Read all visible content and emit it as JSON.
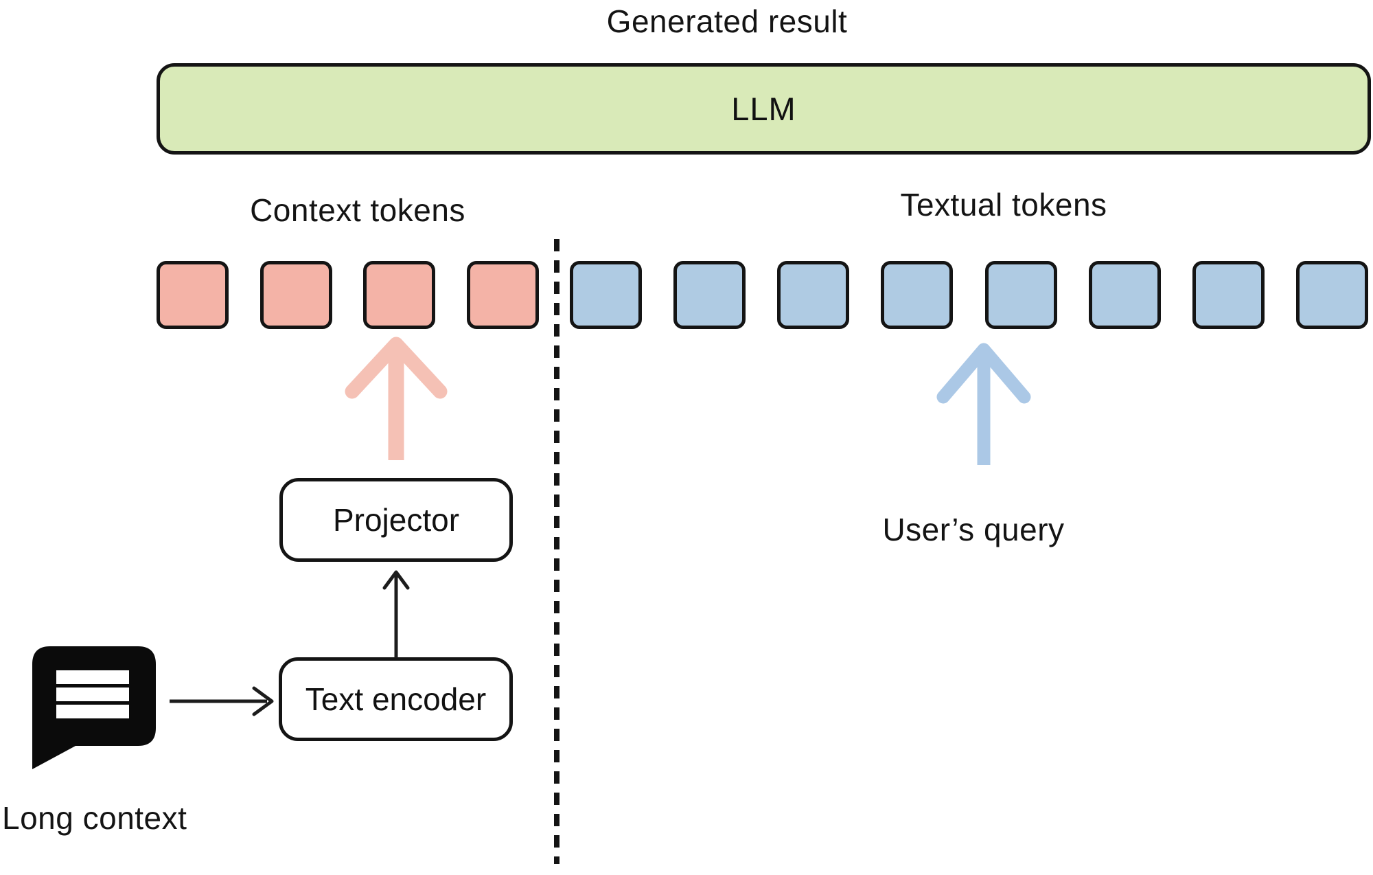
{
  "diagram": {
    "generated_result_label": "Generated result",
    "llm_label": "LLM",
    "context_tokens_label": "Context tokens",
    "textual_tokens_label": "Textual tokens",
    "users_query_label": "User’s query",
    "long_context_label": "Long context",
    "projector_label": "Projector",
    "text_encoder_label": "Text encoder",
    "context_token_count": 4,
    "textual_token_count": 8,
    "colors": {
      "background": "#ffffff",
      "outline": "#141414",
      "llm_fill": "#d9eab8",
      "context_token_fill": "#f4b3a7",
      "textual_token_fill": "#afcbe3",
      "context_arrow": "#f5c1b5",
      "textual_arrow": "#abc8e6"
    }
  }
}
